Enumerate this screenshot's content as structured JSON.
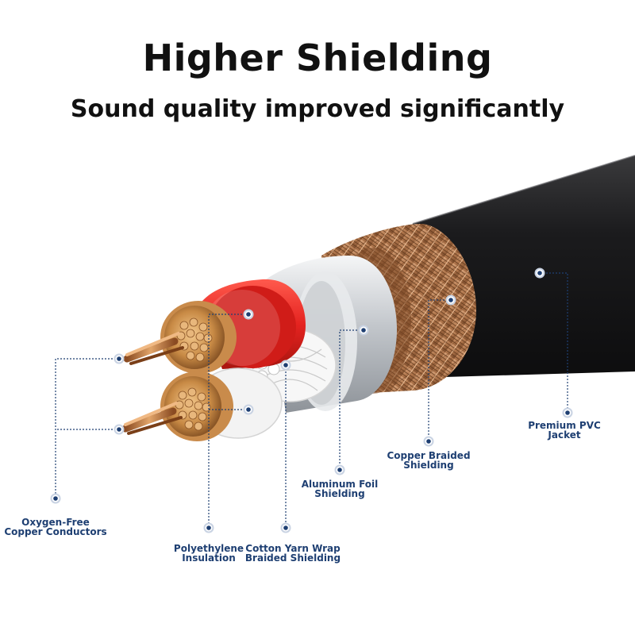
{
  "header": {
    "title": "Higher Shielding",
    "subtitle": "Sound quality improved significantly"
  },
  "colors": {
    "label_blue": "#1e3f72",
    "jacket": "#1d1d1f",
    "copper_braid": "#b57a4e",
    "red_insulation": "#e52320",
    "aluminum": "#cfd2d6",
    "copper": "#c8864a"
  },
  "callouts": [
    {
      "id": "conductors",
      "line1": "Oxygen-Free",
      "line2": "Copper Conductors"
    },
    {
      "id": "polyethylene",
      "line1": "Polyethylene",
      "line2": "Insulation"
    },
    {
      "id": "cotton",
      "line1": "Cotton Yarn Wrap",
      "line2": "Braided Shielding"
    },
    {
      "id": "aluminum",
      "line1": "Aluminum Foil",
      "line2": "Shielding"
    },
    {
      "id": "braid",
      "line1": "Copper Braided",
      "line2": "Shielding"
    },
    {
      "id": "jacket",
      "line1": "Premium PVC",
      "line2": "Jacket"
    }
  ]
}
